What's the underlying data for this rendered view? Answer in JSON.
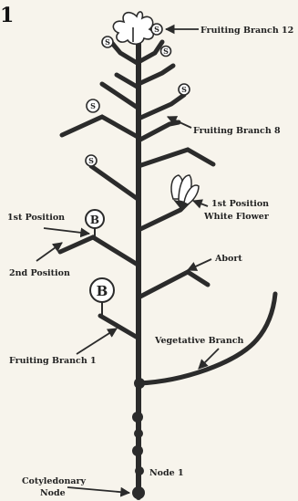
{
  "figure_number": "1",
  "labels": {
    "fruiting_branch_12": "Fruiting Branch 12",
    "fruiting_branch_8": "Fruiting Branch 8",
    "first_position_white_flower_line1": "1st Position",
    "first_position_white_flower_line2": "White Flower",
    "first_position": "1st Position",
    "second_position": "2nd Position",
    "abort": "Abort",
    "vegetative_branch": "Vegetative Branch",
    "fruiting_branch_1": "Fruiting Branch 1",
    "node_1": "Node 1",
    "cotyledonary_node_line1": "Cotyledonary",
    "cotyledonary_node_line2": "Node"
  },
  "markers": {
    "square": "S",
    "boll": "B"
  },
  "colors": {
    "ink": "#2b2b2b",
    "paper": "#f7f4ec"
  },
  "icons": [
    "cotton-leaf-icon",
    "white-flower-icon",
    "square-marker-icon",
    "boll-marker-icon",
    "node-bulge-icon",
    "arrow-icon"
  ]
}
